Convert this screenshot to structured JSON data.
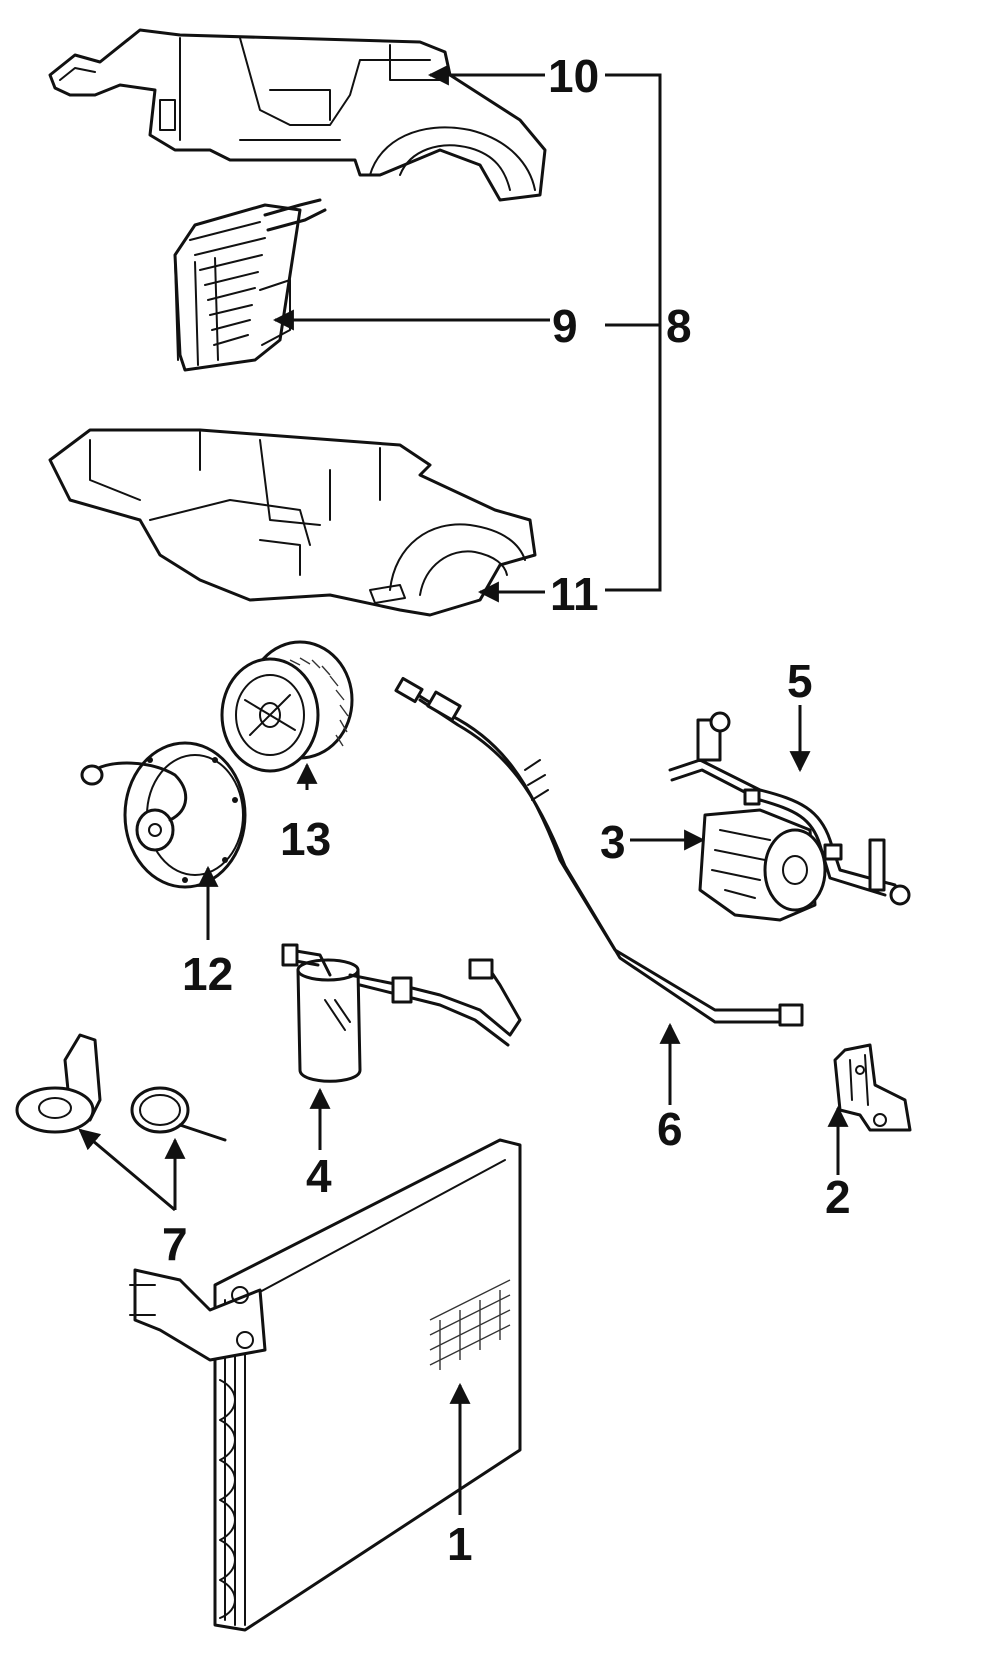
{
  "callouts": {
    "c1": "1",
    "c2": "2",
    "c3": "3",
    "c4": "4",
    "c5": "5",
    "c6": "6",
    "c7": "7",
    "c8": "8",
    "c9": "9",
    "c10": "10",
    "c11": "11",
    "c12": "12",
    "c13": "13"
  },
  "colors": {
    "line": "#111111",
    "background": "#ffffff"
  }
}
